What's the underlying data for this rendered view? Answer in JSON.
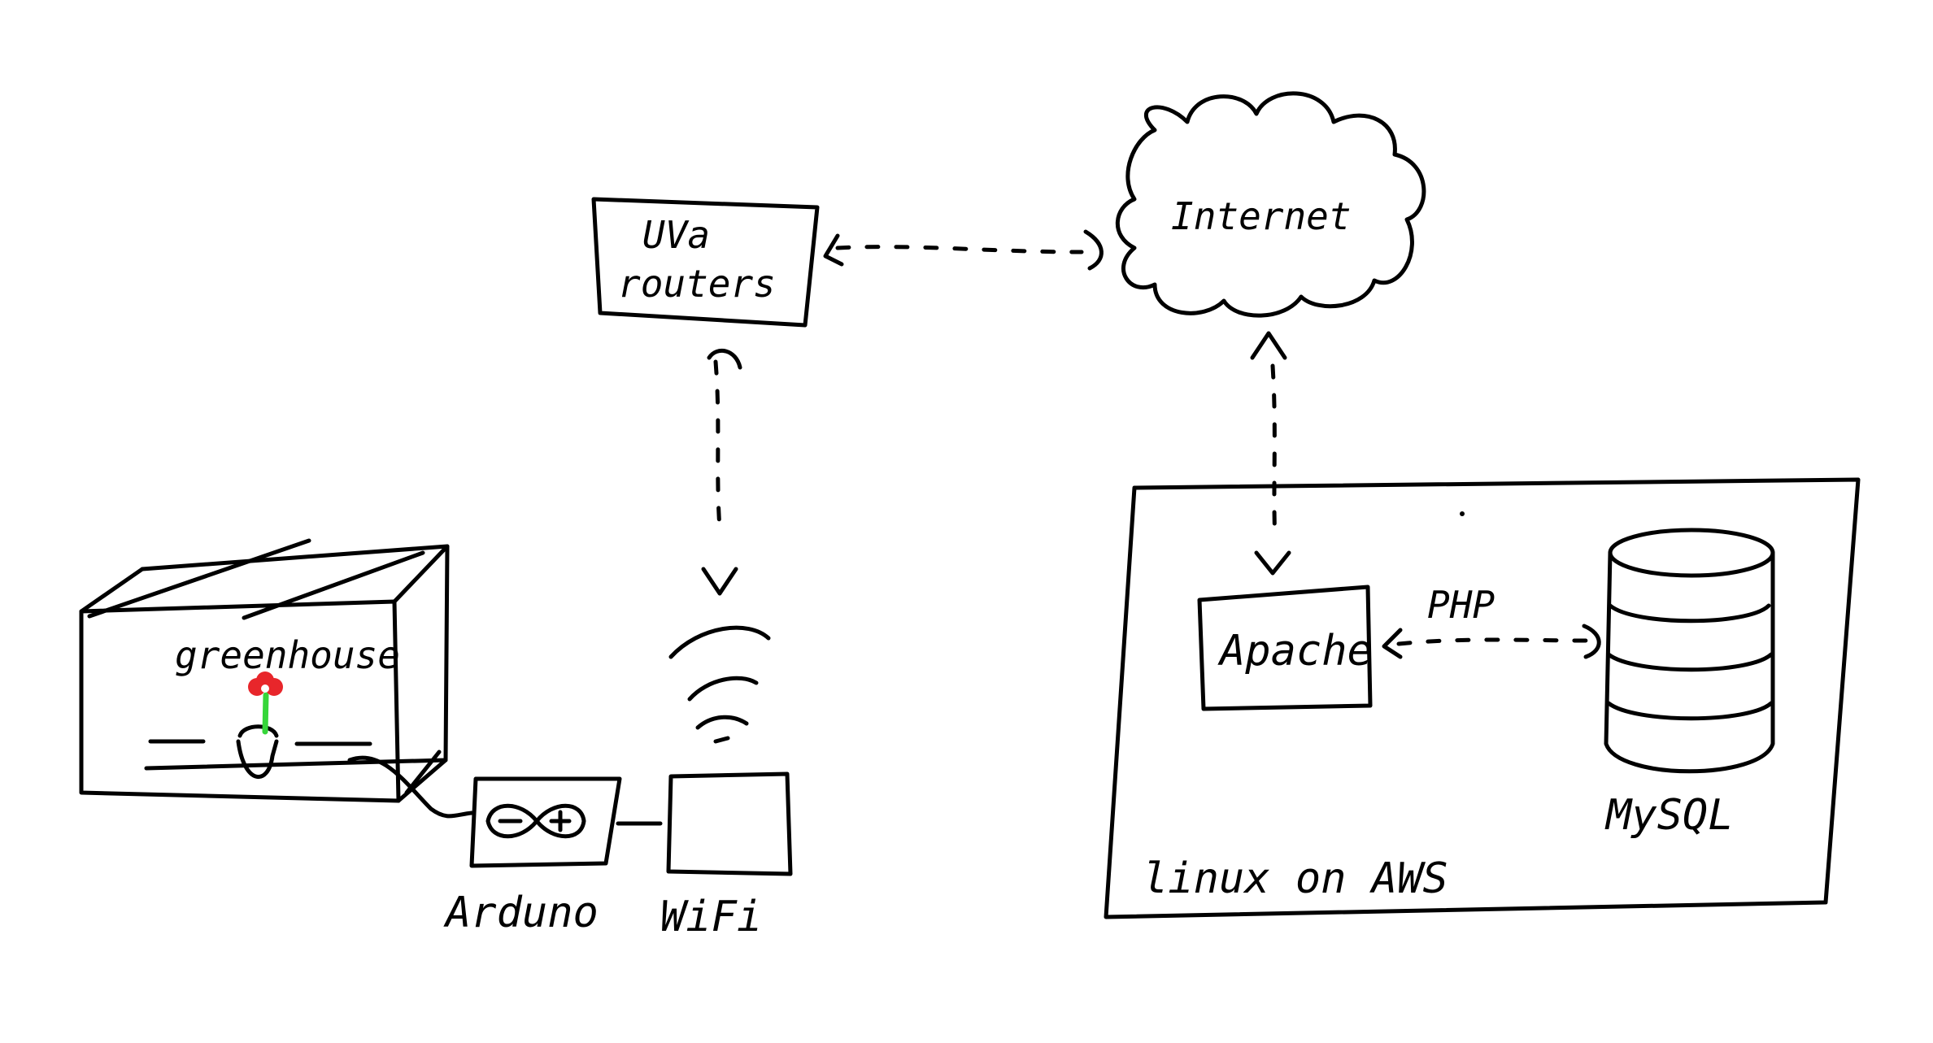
{
  "nodes": {
    "greenhouse": {
      "label": "greenhouse"
    },
    "arduino": {
      "label": "Arduno"
    },
    "wifi": {
      "label": "WiFi"
    },
    "uva_routers": {
      "line1": "UVa",
      "line2": "routers"
    },
    "internet": {
      "label": "Internet"
    },
    "aws": {
      "label": "linux on AWS"
    },
    "apache": {
      "label": "Apache"
    },
    "mysql": {
      "label": "MySQL"
    }
  },
  "edges": {
    "apache_mysql": {
      "label": "PHP"
    }
  },
  "colors": {
    "ink": "#000000",
    "flower_red": "#e8262b",
    "stem_green": "#36d63a"
  }
}
